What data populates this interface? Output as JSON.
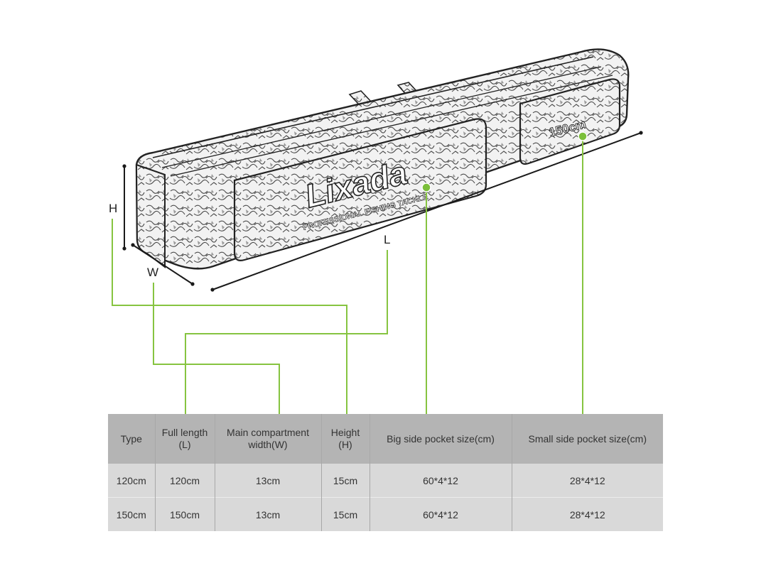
{
  "dimension_labels": {
    "height": "H",
    "width": "W",
    "length": "L"
  },
  "bag": {
    "brand": "Lixada",
    "tagline": "PROFESSIONAL FISHING TACKLE",
    "pocket_badge": "150cm"
  },
  "colors": {
    "leader_line": "#86c440",
    "leader_dot": "#7bbf3a",
    "dimension_line": "#1a1a1a",
    "table_header": "#b4b4b4",
    "table_body": "#d9d9d9"
  },
  "table": {
    "headers": [
      [
        "Type"
      ],
      [
        "Full length",
        "(L)"
      ],
      [
        "Main compartment",
        "width(W)"
      ],
      [
        "Height",
        "(H)"
      ],
      [
        "Big side pocket size(cm)"
      ],
      [
        "Small side pocket size(cm)"
      ]
    ],
    "rows": [
      [
        "120cm",
        "120cm",
        "13cm",
        "15cm",
        "60*4*12",
        "28*4*12"
      ],
      [
        "150cm",
        "150cm",
        "13cm",
        "15cm",
        "60*4*12",
        "28*4*12"
      ]
    ]
  }
}
